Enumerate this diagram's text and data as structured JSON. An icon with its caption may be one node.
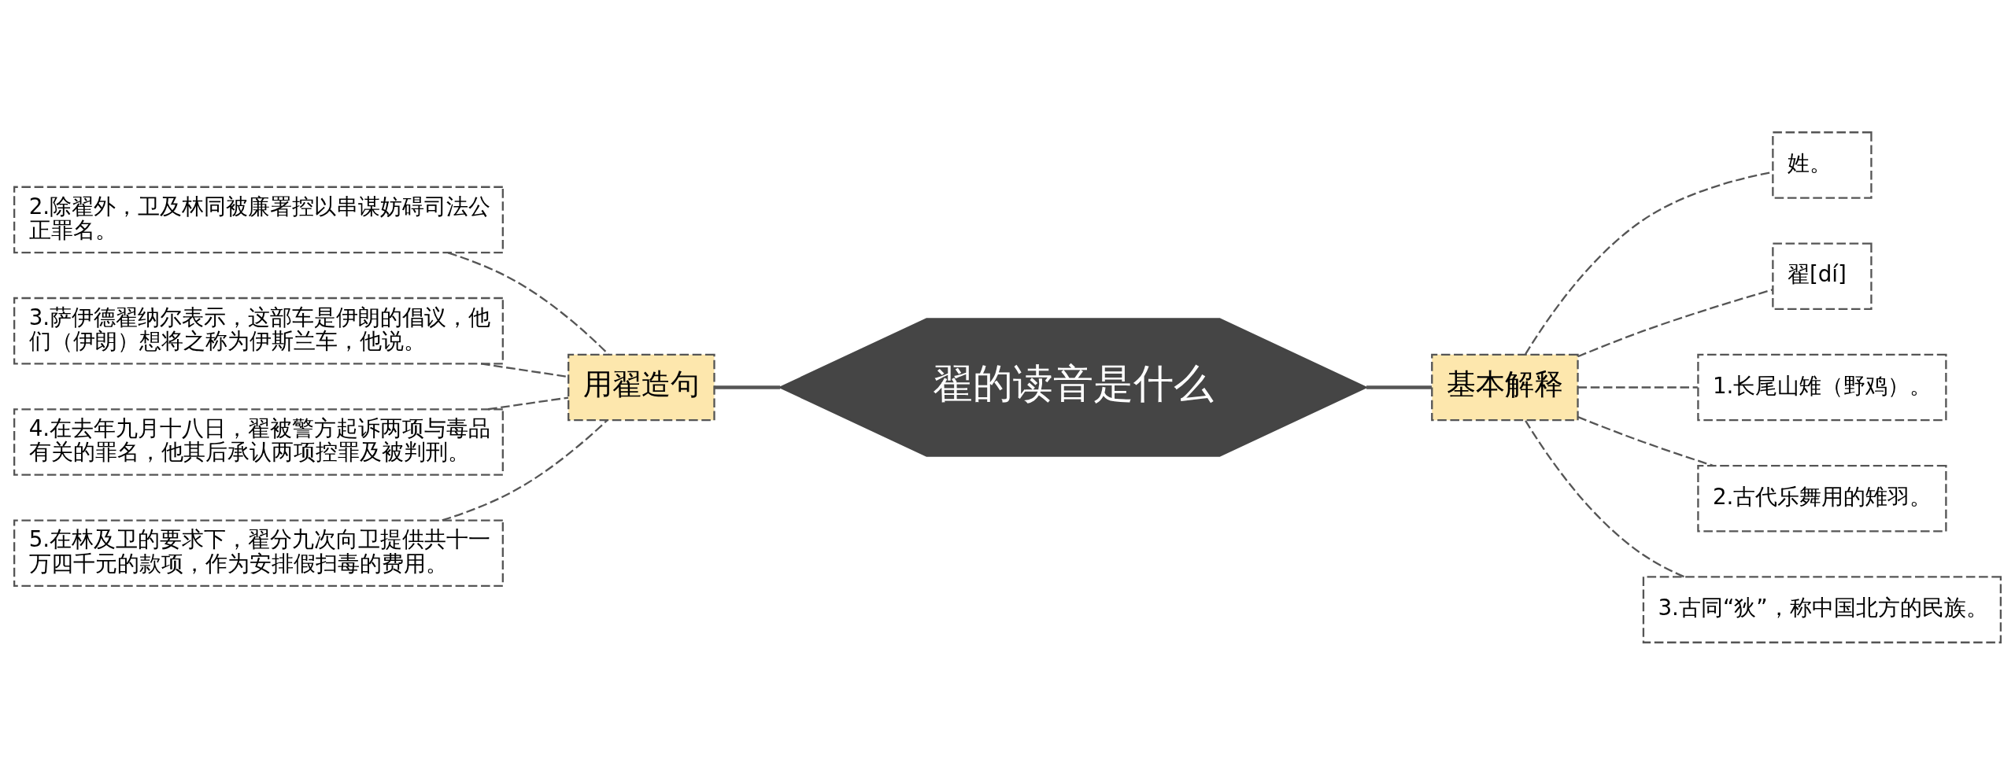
{
  "diagram": {
    "nodes": [
      {
        "text": [
          "翟的读音是什么"
        ]
      },
      {
        "text": [
          "用翟造句"
        ]
      },
      {
        "text": [
          "基本解释"
        ]
      },
      {
        "text": [
          "2.除翟外，卫及林同被廉署控以串谋妨碍司法公正罪名。"
        ]
      },
      {
        "text": [
          "3.萨伊德翟纳尔表示，这部车是伊朗的倡议，他们（伊朗）想将之称为伊斯兰车，他说。"
        ]
      },
      {
        "text": [
          "4.在去年九月十八日，翟被警方起诉两项与毒品有关的罪名，他其后承认两项控罪及被判刑。"
        ]
      },
      {
        "text": [
          "5.在林及卫的要求下，翟分九次向卫提供共十一万四千元的款项，作为安排假扫毒的费用。"
        ]
      },
      {
        "text": [
          "姓。"
        ]
      },
      {
        "text": [
          "翟[dí]"
        ]
      },
      {
        "text": [
          "1.长尾山雉（野鸡）。"
        ]
      },
      {
        "text": [
          "2.古代乐舞用的雉羽。"
        ]
      },
      {
        "text": [
          "3.古同“狄”，称中国北方的民族。"
        ]
      }
    ],
    "edges": [
      {
        "from": 3,
        "to": 1,
        "arrow": "none",
        "style": "dashed"
      },
      {
        "from": 4,
        "to": 1,
        "arrow": "none",
        "style": "dashed"
      },
      {
        "from": 5,
        "to": 1,
        "arrow": "none",
        "style": "dashed"
      },
      {
        "from": 6,
        "to": 1,
        "arrow": "none",
        "style": "dashed"
      },
      {
        "from": 1,
        "to": 0,
        "arrow": "none"
      },
      {
        "from": 0,
        "to": 2,
        "arrow": "none"
      },
      {
        "from": 2,
        "to": 7,
        "arrow": "none",
        "style": "dashed"
      },
      {
        "from": 2,
        "to": 8,
        "arrow": "none",
        "style": "dashed"
      },
      {
        "from": 2,
        "to": 9,
        "arrow": "none",
        "style": "dashed"
      },
      {
        "from": 2,
        "to": 10,
        "arrow": "none",
        "style": "dashed"
      },
      {
        "from": 2,
        "to": 11,
        "arrow": "none",
        "style": "dashed"
      }
    ]
  }
}
